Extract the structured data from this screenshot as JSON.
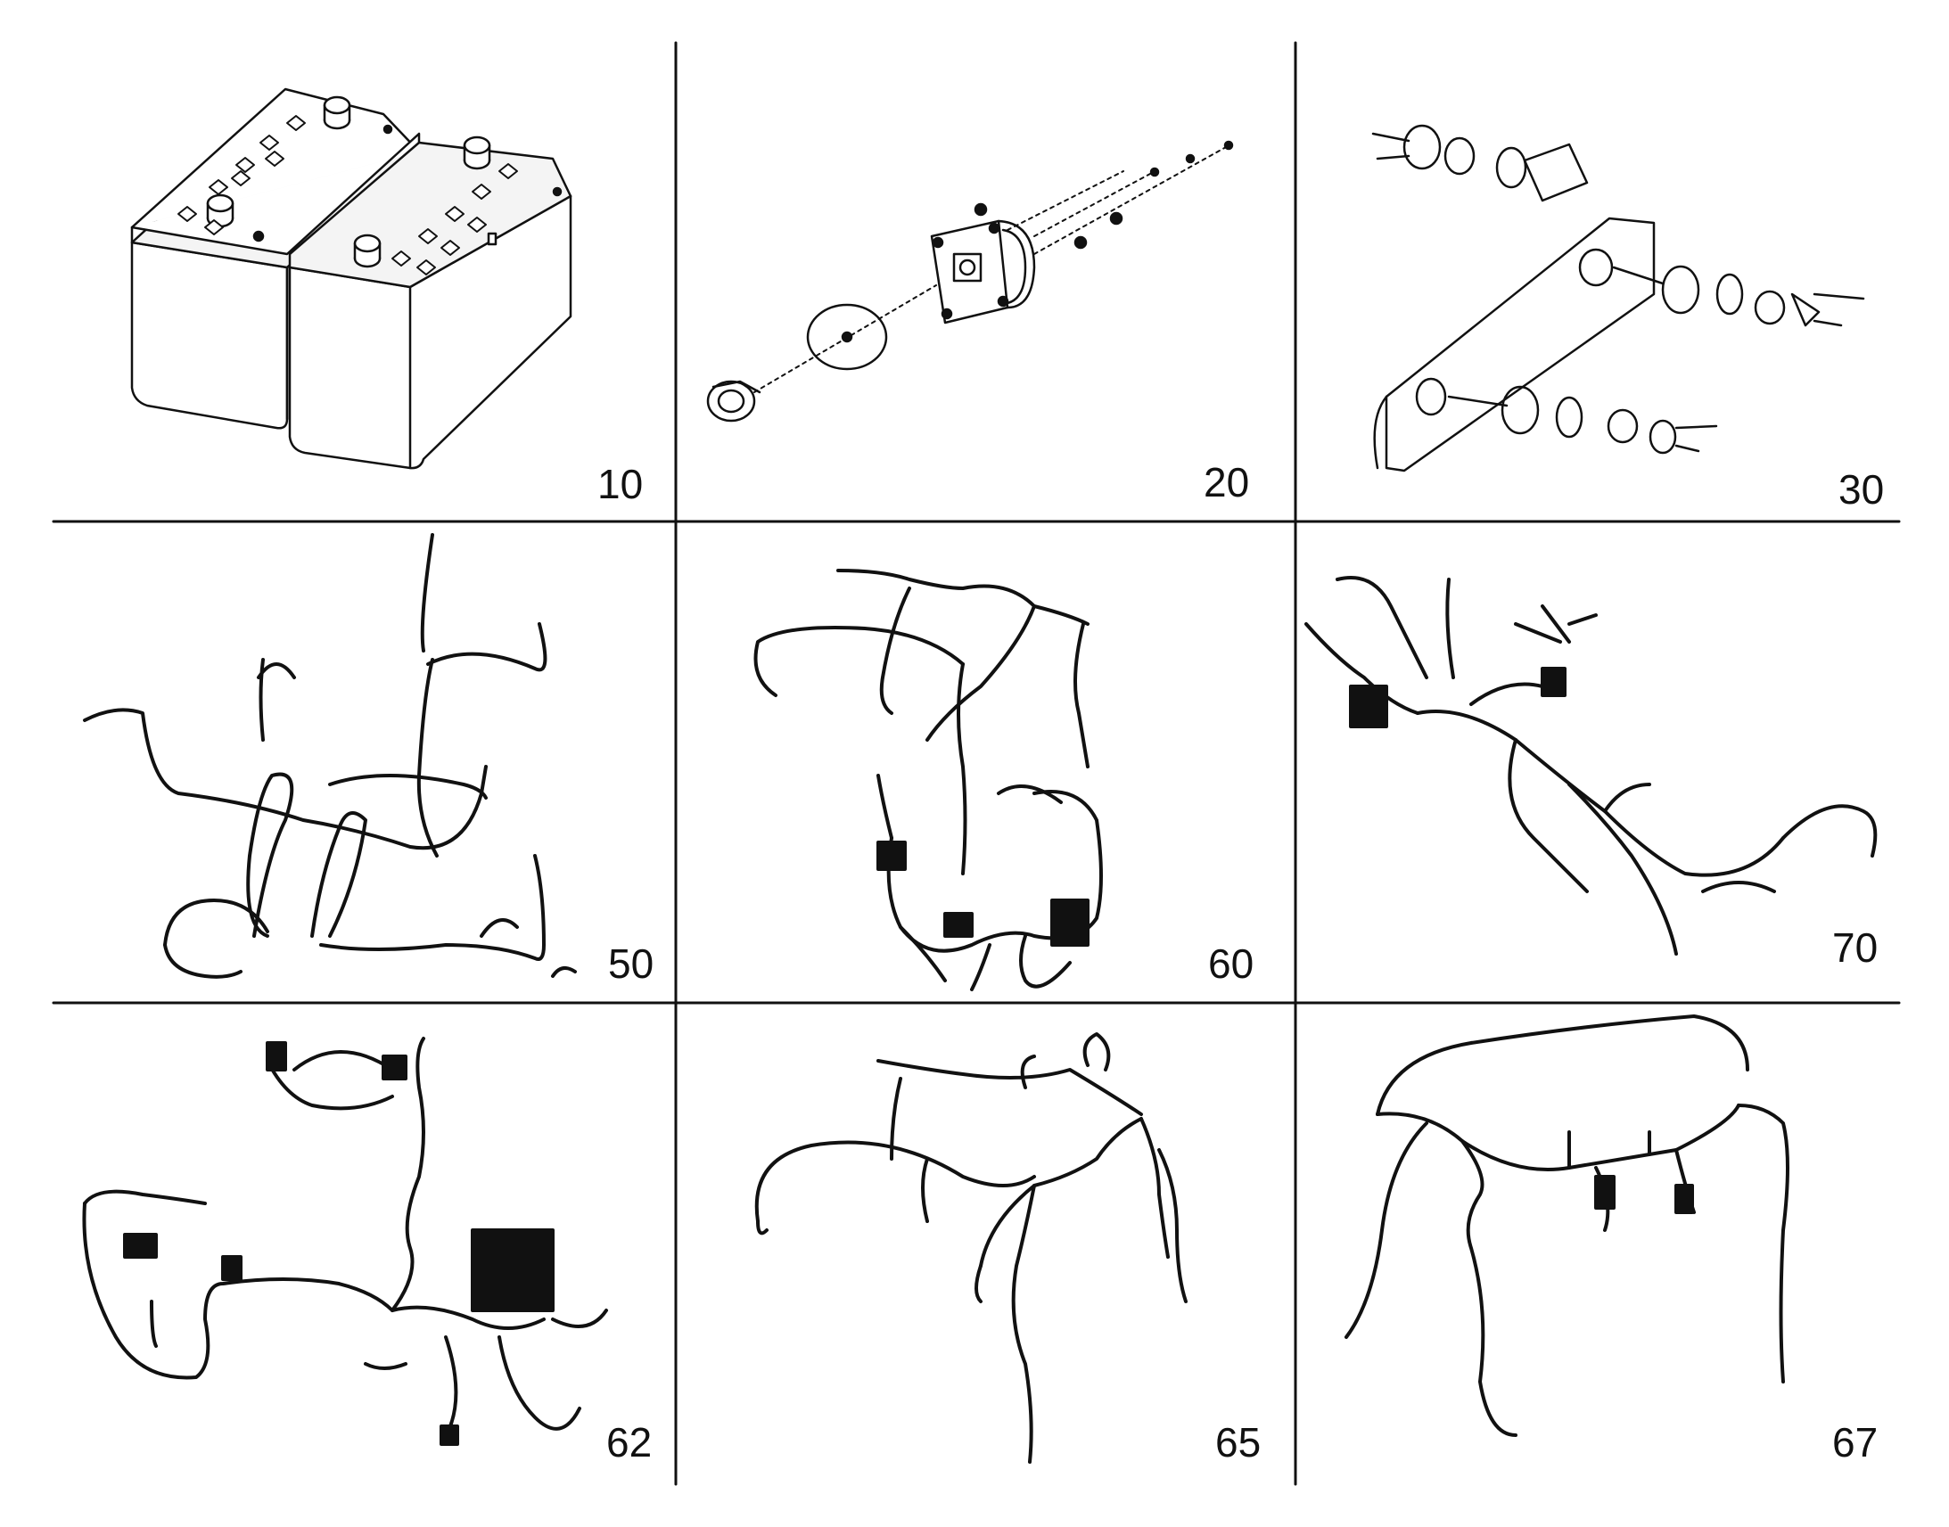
{
  "panels": [
    {
      "id": "battery",
      "number": "10"
    },
    {
      "id": "alternator",
      "number": "20"
    },
    {
      "id": "lamp-sockets",
      "number": "30"
    },
    {
      "id": "harness-a",
      "number": "50"
    },
    {
      "id": "harness-b",
      "number": "60"
    },
    {
      "id": "harness-c",
      "number": "70"
    },
    {
      "id": "harness-d",
      "number": "62"
    },
    {
      "id": "harness-e",
      "number": "65"
    },
    {
      "id": "harness-f",
      "number": "67"
    }
  ],
  "colors": {
    "ink": "#111111",
    "background": "#ffffff",
    "fill_light": "#f4f4f4"
  }
}
